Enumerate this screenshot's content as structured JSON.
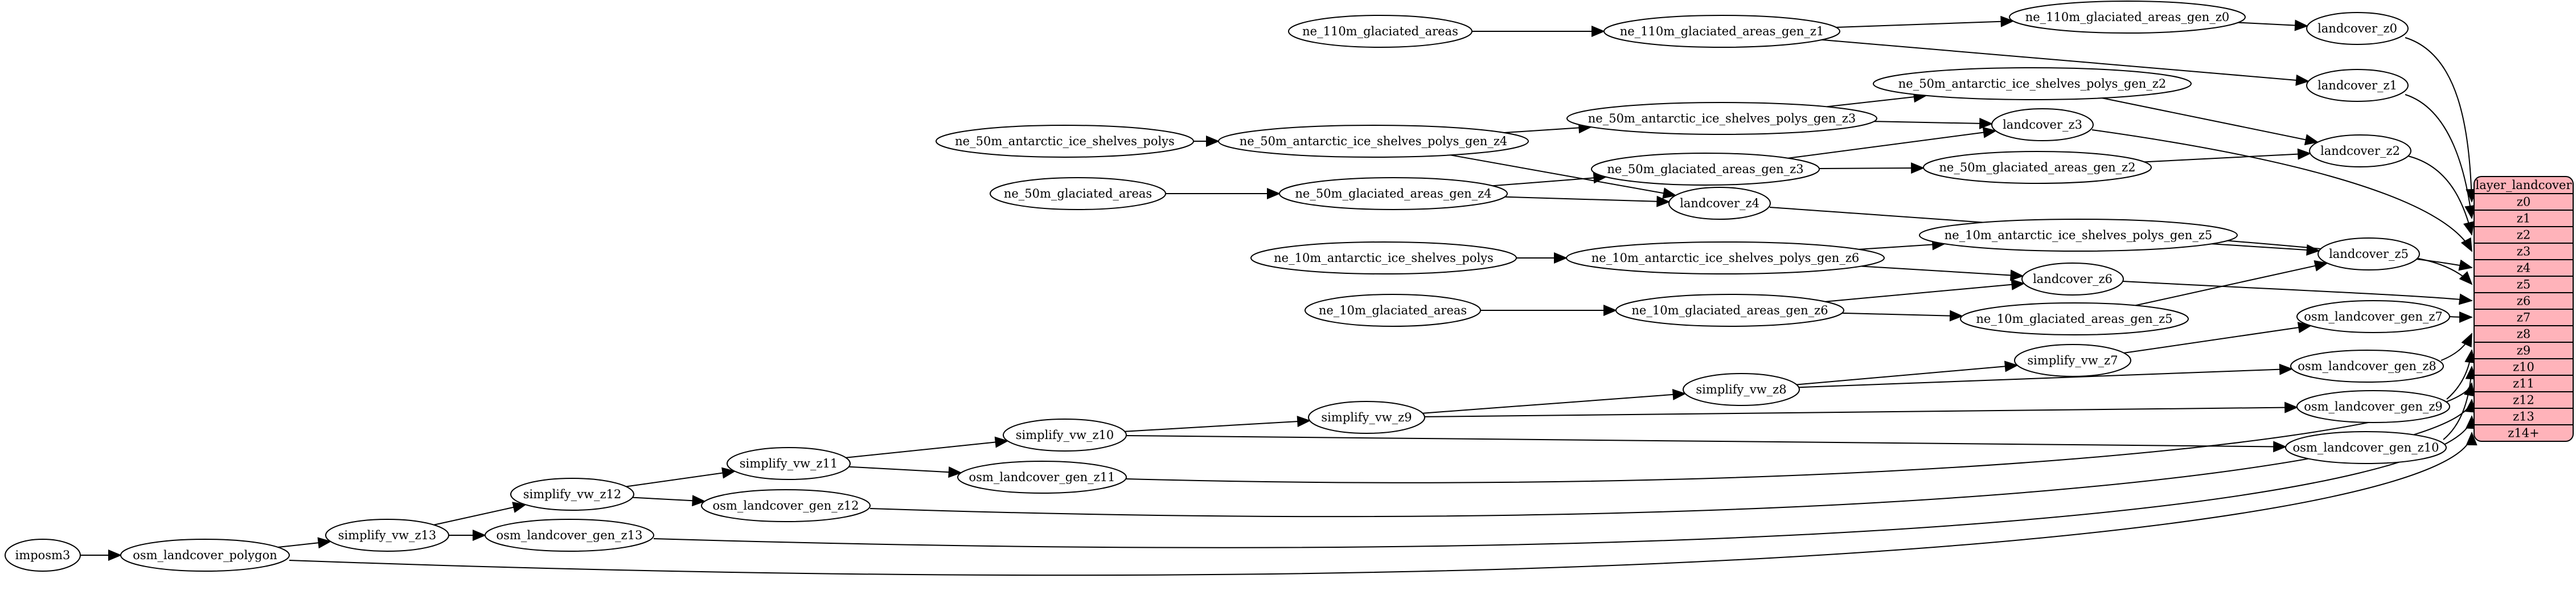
{
  "diagram": {
    "kind": "etl-dependency-graph",
    "background": "#ffffff",
    "node_fill": "#ffffff",
    "node_stroke": "#000000",
    "edge_color": "#000000",
    "nodes": [
      "imposm3",
      "osm_landcover_polygon",
      "simplify_vw_z13",
      "osm_landcover_gen_z13",
      "simplify_vw_z12",
      "osm_landcover_gen_z12",
      "simplify_vw_z11",
      "osm_landcover_gen_z11",
      "simplify_vw_z10",
      "simplify_vw_z9",
      "simplify_vw_z8",
      "simplify_vw_z7",
      "osm_landcover_gen_z10",
      "osm_landcover_gen_z9",
      "osm_landcover_gen_z8",
      "osm_landcover_gen_z7",
      "ne_10m_glaciated_areas",
      "ne_10m_glaciated_areas_gen_z6",
      "ne_10m_glaciated_areas_gen_z5",
      "ne_10m_antarctic_ice_shelves_polys",
      "ne_10m_antarctic_ice_shelves_polys_gen_z6",
      "ne_10m_antarctic_ice_shelves_polys_gen_z5",
      "landcover_z6",
      "landcover_z5",
      "ne_50m_glaciated_areas",
      "ne_50m_glaciated_areas_gen_z4",
      "ne_50m_glaciated_areas_gen_z3",
      "ne_50m_glaciated_areas_gen_z2",
      "landcover_z4",
      "landcover_z3",
      "ne_50m_antarctic_ice_shelves_polys",
      "ne_50m_antarctic_ice_shelves_polys_gen_z4",
      "ne_50m_antarctic_ice_shelves_polys_gen_z3",
      "ne_50m_antarctic_ice_shelves_polys_gen_z2",
      "ne_110m_glaciated_areas",
      "ne_110m_glaciated_areas_gen_z1",
      "ne_110m_glaciated_areas_gen_z0",
      "landcover_z0",
      "landcover_z1",
      "landcover_z2"
    ],
    "edges": [
      [
        "imposm3",
        "osm_landcover_polygon"
      ],
      [
        "osm_landcover_polygon",
        "simplify_vw_z13"
      ],
      [
        "osm_landcover_polygon",
        "layer_landcover.z14+"
      ],
      [
        "simplify_vw_z13",
        "simplify_vw_z12"
      ],
      [
        "simplify_vw_z13",
        "osm_landcover_gen_z13"
      ],
      [
        "osm_landcover_gen_z13",
        "layer_landcover.z13"
      ],
      [
        "simplify_vw_z12",
        "simplify_vw_z11"
      ],
      [
        "simplify_vw_z12",
        "osm_landcover_gen_z12"
      ],
      [
        "osm_landcover_gen_z12",
        "layer_landcover.z12"
      ],
      [
        "simplify_vw_z11",
        "simplify_vw_z10"
      ],
      [
        "simplify_vw_z11",
        "osm_landcover_gen_z11"
      ],
      [
        "osm_landcover_gen_z11",
        "layer_landcover.z11"
      ],
      [
        "simplify_vw_z10",
        "simplify_vw_z9"
      ],
      [
        "simplify_vw_z10",
        "osm_landcover_gen_z10"
      ],
      [
        "osm_landcover_gen_z10",
        "layer_landcover.z10"
      ],
      [
        "simplify_vw_z9",
        "simplify_vw_z8"
      ],
      [
        "simplify_vw_z9",
        "osm_landcover_gen_z9"
      ],
      [
        "osm_landcover_gen_z9",
        "layer_landcover.z9"
      ],
      [
        "simplify_vw_z8",
        "simplify_vw_z7"
      ],
      [
        "simplify_vw_z8",
        "osm_landcover_gen_z8"
      ],
      [
        "osm_landcover_gen_z8",
        "layer_landcover.z8"
      ],
      [
        "simplify_vw_z7",
        "osm_landcover_gen_z7"
      ],
      [
        "osm_landcover_gen_z7",
        "layer_landcover.z7"
      ],
      [
        "ne_10m_glaciated_areas",
        "ne_10m_glaciated_areas_gen_z6"
      ],
      [
        "ne_10m_glaciated_areas_gen_z6",
        "ne_10m_glaciated_areas_gen_z5"
      ],
      [
        "ne_10m_glaciated_areas_gen_z6",
        "landcover_z6"
      ],
      [
        "ne_10m_glaciated_areas_gen_z5",
        "landcover_z5"
      ],
      [
        "ne_10m_antarctic_ice_shelves_polys",
        "ne_10m_antarctic_ice_shelves_polys_gen_z6"
      ],
      [
        "ne_10m_antarctic_ice_shelves_polys_gen_z6",
        "ne_10m_antarctic_ice_shelves_polys_gen_z5"
      ],
      [
        "ne_10m_antarctic_ice_shelves_polys_gen_z6",
        "landcover_z6"
      ],
      [
        "ne_10m_antarctic_ice_shelves_polys_gen_z5",
        "landcover_z5"
      ],
      [
        "landcover_z6",
        "layer_landcover.z6"
      ],
      [
        "landcover_z5",
        "layer_landcover.z5"
      ],
      [
        "ne_50m_glaciated_areas",
        "ne_50m_glaciated_areas_gen_z4"
      ],
      [
        "ne_50m_glaciated_areas_gen_z4",
        "ne_50m_glaciated_areas_gen_z3"
      ],
      [
        "ne_50m_glaciated_areas_gen_z4",
        "landcover_z4"
      ],
      [
        "ne_50m_glaciated_areas_gen_z3",
        "ne_50m_glaciated_areas_gen_z2"
      ],
      [
        "ne_50m_glaciated_areas_gen_z3",
        "landcover_z3"
      ],
      [
        "ne_50m_glaciated_areas_gen_z2",
        "landcover_z2"
      ],
      [
        "ne_50m_antarctic_ice_shelves_polys",
        "ne_50m_antarctic_ice_shelves_polys_gen_z4"
      ],
      [
        "ne_50m_antarctic_ice_shelves_polys_gen_z4",
        "ne_50m_antarctic_ice_shelves_polys_gen_z3"
      ],
      [
        "ne_50m_antarctic_ice_shelves_polys_gen_z4",
        "landcover_z4"
      ],
      [
        "ne_50m_antarctic_ice_shelves_polys_gen_z3",
        "ne_50m_antarctic_ice_shelves_polys_gen_z2"
      ],
      [
        "ne_50m_antarctic_ice_shelves_polys_gen_z3",
        "landcover_z3"
      ],
      [
        "ne_50m_antarctic_ice_shelves_polys_gen_z2",
        "landcover_z2"
      ],
      [
        "landcover_z4",
        "layer_landcover.z4"
      ],
      [
        "landcover_z3",
        "layer_landcover.z3"
      ],
      [
        "landcover_z2",
        "layer_landcover.z2"
      ],
      [
        "ne_110m_glaciated_areas",
        "ne_110m_glaciated_areas_gen_z1"
      ],
      [
        "ne_110m_glaciated_areas_gen_z1",
        "ne_110m_glaciated_areas_gen_z0"
      ],
      [
        "ne_110m_glaciated_areas_gen_z1",
        "landcover_z1"
      ],
      [
        "ne_110m_glaciated_areas_gen_z0",
        "landcover_z0"
      ],
      [
        "landcover_z1",
        "layer_landcover.z1"
      ],
      [
        "landcover_z0",
        "layer_landcover.z0"
      ]
    ],
    "table": {
      "title": "layer_landcover",
      "fill": "#ffb3ba",
      "stroke": "#000000",
      "rows": [
        "z0",
        "z1",
        "z2",
        "z3",
        "z4",
        "z5",
        "z6",
        "z7",
        "z8",
        "z9",
        "z10",
        "z11",
        "z12",
        "z13",
        "z14+"
      ]
    }
  }
}
